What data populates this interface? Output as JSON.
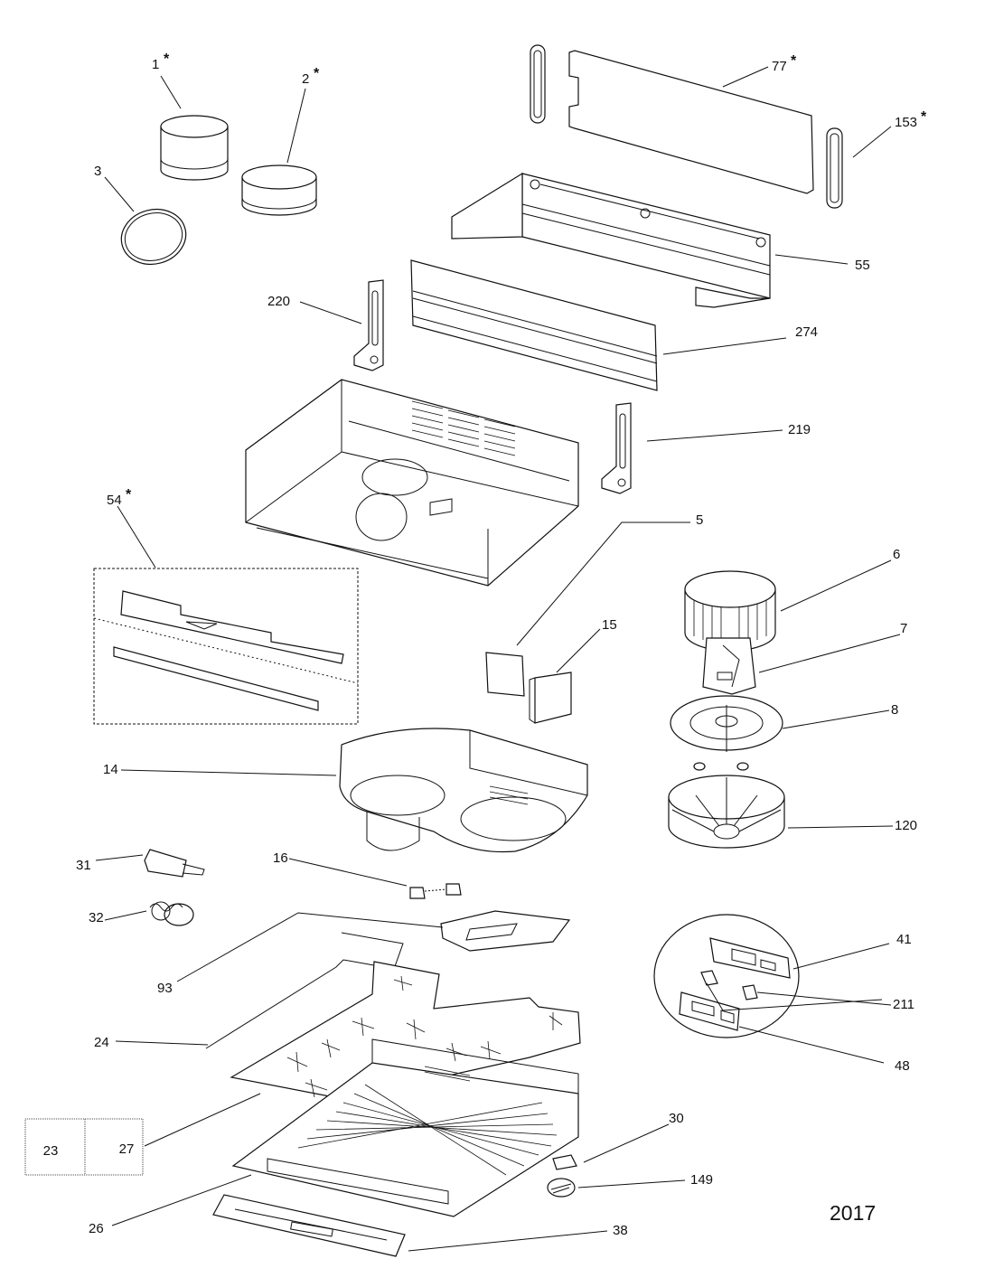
{
  "diagram": {
    "drawing_code": "2017",
    "note_box": {
      "left_label": "23",
      "right_label": "27"
    },
    "callouts": [
      {
        "id": "p1",
        "number": "1",
        "starred": true
      },
      {
        "id": "p2",
        "number": "2",
        "starred": true
      },
      {
        "id": "p3",
        "number": "3",
        "starred": false
      },
      {
        "id": "p77",
        "number": "77",
        "starred": true
      },
      {
        "id": "p153",
        "number": "153",
        "starred": true
      },
      {
        "id": "p55",
        "number": "55",
        "starred": false
      },
      {
        "id": "p220",
        "number": "220",
        "starred": false
      },
      {
        "id": "p274",
        "number": "274",
        "starred": false
      },
      {
        "id": "p219",
        "number": "219",
        "starred": false
      },
      {
        "id": "p54",
        "number": "54",
        "starred": true
      },
      {
        "id": "p5",
        "number": "5",
        "starred": false
      },
      {
        "id": "p6",
        "number": "6",
        "starred": false
      },
      {
        "id": "p15",
        "number": "15",
        "starred": false
      },
      {
        "id": "p7",
        "number": "7",
        "starred": false
      },
      {
        "id": "p8",
        "number": "8",
        "starred": false
      },
      {
        "id": "p14",
        "number": "14",
        "starred": false
      },
      {
        "id": "p120",
        "number": "120",
        "starred": false
      },
      {
        "id": "p31",
        "number": "31",
        "starred": false
      },
      {
        "id": "p16",
        "number": "16",
        "starred": false
      },
      {
        "id": "p32",
        "number": "32",
        "starred": false
      },
      {
        "id": "p41",
        "number": "41",
        "starred": false
      },
      {
        "id": "p93",
        "number": "93",
        "starred": false
      },
      {
        "id": "p211",
        "number": "211",
        "starred": false
      },
      {
        "id": "p24",
        "number": "24",
        "starred": false
      },
      {
        "id": "p48",
        "number": "48",
        "starred": false
      },
      {
        "id": "p30",
        "number": "30",
        "starred": false
      },
      {
        "id": "p149",
        "number": "149",
        "starred": false
      },
      {
        "id": "p26",
        "number": "26",
        "starred": false
      },
      {
        "id": "p38",
        "number": "38",
        "starred": false
      }
    ]
  }
}
